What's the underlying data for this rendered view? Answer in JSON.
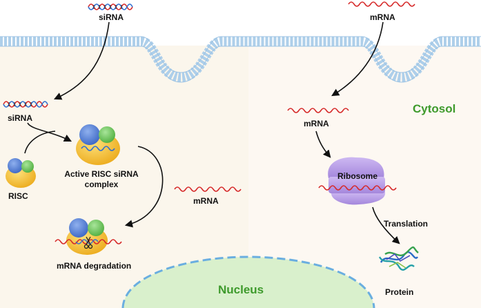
{
  "labels": {
    "sirna_top": "siRNA",
    "mrna_top": "mRNA",
    "sirna_mid": "siRNA",
    "risc": "RISC",
    "active_complex_line1": "Active RISC siRNA",
    "active_complex_line2": "complex",
    "mrna_free": "mRNA",
    "mrna_degradation": "mRNA degradation",
    "mrna_right": "mRNA",
    "ribosome": "Ribosome",
    "translation": "Translation",
    "protein": "Protein",
    "cytosol": "Cytosol",
    "nucleus": "Nucleus"
  },
  "colors": {
    "membrane": "#aecfea",
    "cytoplasm": "#fbf7ef",
    "rna_red": "#d62a2a",
    "sirna_blue": "#2f6fd1",
    "risc_blue": "#4a78cf",
    "risc_green": "#6cc25a",
    "risc_yellow": "#f3b728",
    "ribosome_purple": "#b79be6",
    "nucleus_fill": "#d8efc9",
    "nucleus_border": "#6aaee0",
    "region_label": "#3e9a2c"
  }
}
